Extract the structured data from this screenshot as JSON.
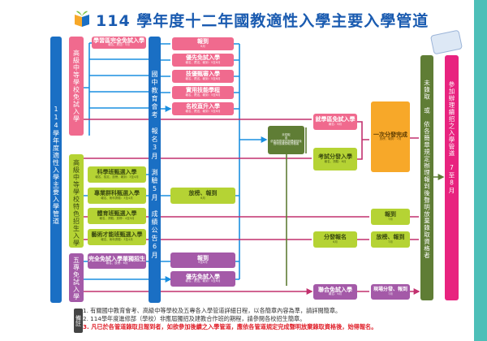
{
  "title": "114 學年度十二年國教適性入學主要入學管道",
  "left_bar": "114學年度適性入學主要入學管道",
  "categories": {
    "hs_free": "高級中等學校免試入學",
    "hs_special": "高級中等學校特色招生入學",
    "jc_free": "五專免試入學"
  },
  "cap": "國中教育會考　報名3月　測驗5月　成績公告6月",
  "xuequ": {
    "title": "學習區完全免試入學",
    "sub": "報名、薦送：5月"
  },
  "pink_boxes": [
    {
      "title": "報到",
      "sub": "6月"
    },
    {
      "title": "優先免試入學",
      "sub": "報名、薦送、報到：5至6月"
    },
    {
      "title": "技優甄審入學",
      "sub": "報名、薦送、報到：5至6月"
    },
    {
      "title": "實用技能學程",
      "sub": "報名、薦送、報到：5至6月"
    },
    {
      "title": "名校直升入學",
      "sub": "報名、薦送、報到：5至6月"
    }
  ],
  "special_boxes": [
    {
      "title": "科學班甄選入學",
      "sub": "報名、檢定、放榜、報到：3至4月"
    },
    {
      "title": "專業群科甄選入學",
      "sub": "報名、術科測驗：3至4月"
    },
    {
      "title": "體育班甄選入學",
      "sub": "報名、測驗、放榜：4至5月"
    },
    {
      "title": "藝術才能班甄選入學",
      "sub": "報名、術科測驗：3至4月"
    }
  ],
  "special_result": {
    "title": "放榜、報到",
    "sub": "6月"
  },
  "jc_boxes": {
    "single": {
      "title": "完全免試入學單獨招生",
      "sub": "報名、放榜：6月"
    },
    "report": {
      "title": "報到",
      "sub": "6至6月"
    },
    "priority": {
      "title": "優先免試入學",
      "sub": "報名、薦送、報到：5至6月"
    }
  },
  "center_box": {
    "line1": "未錄取",
    "line2": "或",
    "line3": "依各簡章規定辦理報到後聲明放棄錄取資格者"
  },
  "district": {
    "title": "就學區免試入學",
    "sub": "報名：6月"
  },
  "exam_dist": {
    "title": "考試分發入學",
    "sub": "報名、測驗：6月"
  },
  "one_dist": {
    "title": "一次分發完成",
    "sub": "放榜、報到：7月"
  },
  "report7": {
    "title": "報到",
    "sub": "7月"
  },
  "dist_signup": {
    "title": "分發報名",
    "sub": "6月"
  },
  "dist_result": {
    "title": "放榜、報到",
    "sub": "7月"
  },
  "joint": {
    "title": "聯合免試入學",
    "sub": "報名：6月"
  },
  "onsite": {
    "title": "現場分發、報到",
    "sub": "7月"
  },
  "green_bar": "未錄取　或　依各簡章規定辦理報到後聲明放棄錄取資格者",
  "magenta_bar": "參加辦理續招之入學管道　7至8月",
  "notes": {
    "label": "備註",
    "n1": "1. 有關國中教育會考、高級中等學校及五專各入學管道詳細日程，以各簡章內容為準，請詳閱簡章。",
    "n2": "2. 114學年度進修部（學校）非應屆獨招及建教合作班的期程，請參閱各校招生簡章。",
    "n3": "3. 凡已於各管道錄取且報到者，如欲參加後續之入學管道，應依各管道規定完成聲明放棄錄取資格後，始得報名。"
  },
  "colors": {
    "blue": "#1a6fc4",
    "pink": "#f06a8e",
    "lime": "#b5d334",
    "purple": "#a45aa8",
    "orange": "#f7a829",
    "darkgreen": "#5f7d35",
    "magenta": "#e8237f",
    "teal": "#4dbfb8"
  }
}
